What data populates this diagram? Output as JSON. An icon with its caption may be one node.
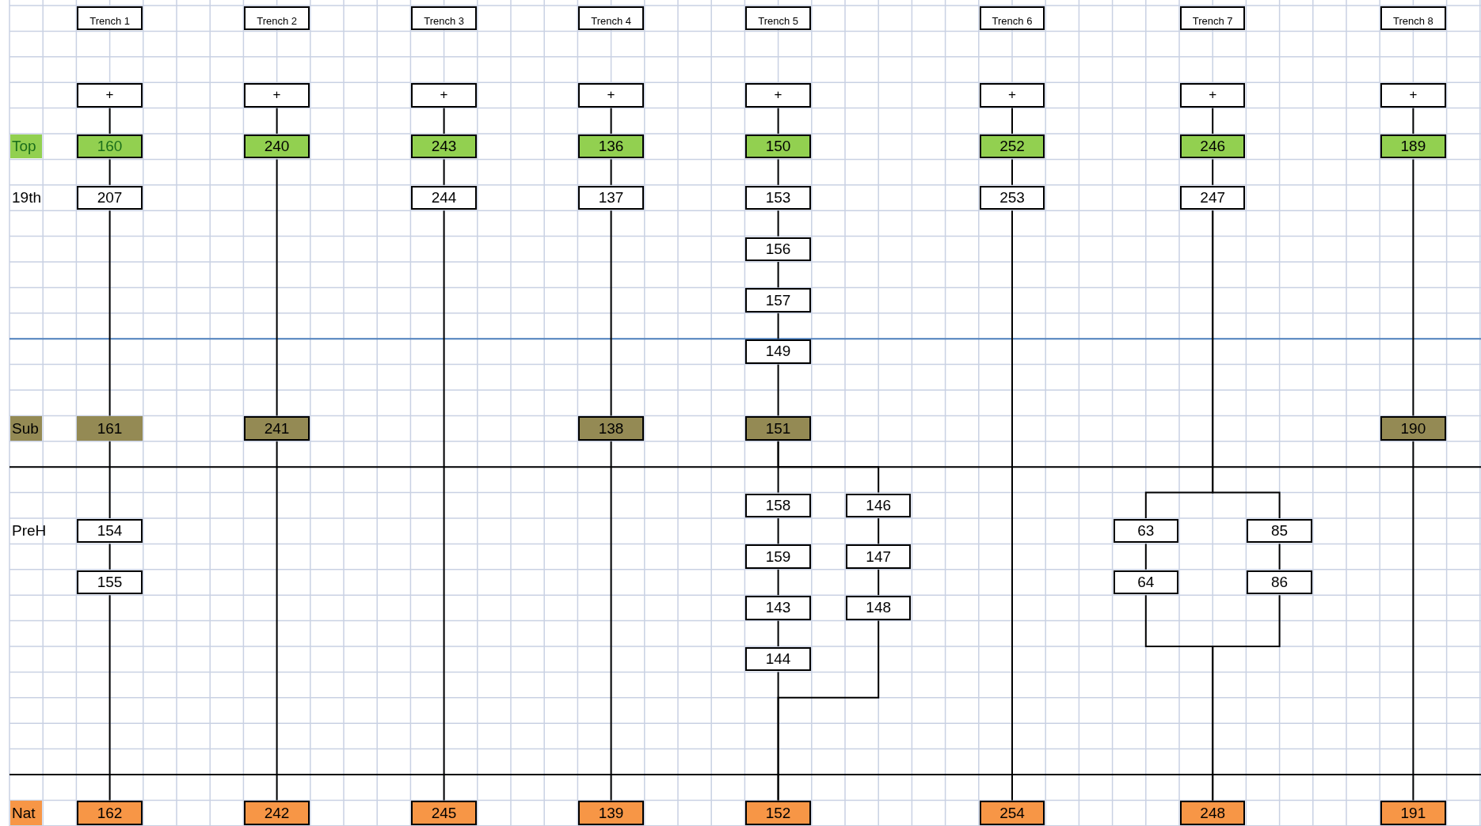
{
  "diagram": {
    "nodes": [
      {
        "text": [
          "Trench 1"
        ]
      },
      {
        "text": [
          "+"
        ]
      },
      {
        "text": [
          "160"
        ]
      },
      {
        "text": [
          "207"
        ]
      },
      {
        "text": [
          "161"
        ]
      },
      {
        "text": [
          "154"
        ]
      },
      {
        "text": [
          "155"
        ]
      },
      {
        "text": [
          "162"
        ]
      },
      {
        "text": [
          "Trench 2"
        ]
      },
      {
        "text": [
          "+"
        ]
      },
      {
        "text": [
          "240"
        ]
      },
      {
        "text": [
          "241"
        ]
      },
      {
        "text": [
          "242"
        ]
      },
      {
        "text": [
          "Trench 3"
        ]
      },
      {
        "text": [
          "+"
        ]
      },
      {
        "text": [
          "243"
        ]
      },
      {
        "text": [
          "244"
        ]
      },
      {
        "text": [
          "245"
        ]
      },
      {
        "text": [
          "Trench 4"
        ]
      },
      {
        "text": [
          "+"
        ]
      },
      {
        "text": [
          "136"
        ]
      },
      {
        "text": [
          "137"
        ]
      },
      {
        "text": [
          "138"
        ]
      },
      {
        "text": [
          "139"
        ]
      },
      {
        "text": [
          "Trench 5"
        ]
      },
      {
        "text": [
          "+"
        ]
      },
      {
        "text": [
          "150"
        ]
      },
      {
        "text": [
          "153"
        ]
      },
      {
        "text": [
          "156"
        ]
      },
      {
        "text": [
          "157"
        ]
      },
      {
        "text": [
          "149"
        ]
      },
      {
        "text": [
          "151"
        ]
      },
      {
        "text": [
          "158"
        ]
      },
      {
        "text": [
          "159"
        ]
      },
      {
        "text": [
          "143"
        ]
      },
      {
        "text": [
          "144"
        ]
      },
      {
        "text": [
          "146"
        ]
      },
      {
        "text": [
          "147"
        ]
      },
      {
        "text": [
          "148"
        ]
      },
      {
        "text": [
          "152"
        ]
      },
      {
        "text": [
          "Trench 6"
        ]
      },
      {
        "text": [
          "+"
        ]
      },
      {
        "text": [
          "252"
        ]
      },
      {
        "text": [
          "253"
        ]
      },
      {
        "text": [
          "254"
        ]
      },
      {
        "text": [
          "Trench 7"
        ]
      },
      {
        "text": [
          "+"
        ]
      },
      {
        "text": [
          "246"
        ]
      },
      {
        "text": [
          "247"
        ]
      },
      {
        "text": [
          "63"
        ]
      },
      {
        "text": [
          "64"
        ]
      },
      {
        "text": [
          "85"
        ]
      },
      {
        "text": [
          "86"
        ]
      },
      {
        "text": [
          "248"
        ]
      },
      {
        "text": [
          "Trench 8"
        ]
      },
      {
        "text": [
          "+"
        ]
      },
      {
        "text": [
          "189"
        ]
      },
      {
        "text": [
          "190"
        ]
      },
      {
        "text": [
          "191"
        ]
      },
      {
        "text": [
          "Top"
        ]
      },
      {
        "text": [
          "Sub"
        ]
      },
      {
        "text": [
          "Nat"
        ]
      }
    ],
    "edges": [
      {
        "from": 1,
        "to": 2,
        "arrow": "none"
      },
      {
        "from": 2,
        "to": 3,
        "arrow": "none"
      },
      {
        "from": 3,
        "to": 4,
        "arrow": "none"
      },
      {
        "from": 4,
        "to": 5,
        "arrow": "none"
      },
      {
        "from": 5,
        "to": 6,
        "arrow": "none"
      },
      {
        "from": 6,
        "to": 7,
        "arrow": "none"
      },
      {
        "from": 9,
        "to": 10,
        "arrow": "none"
      },
      {
        "from": 10,
        "to": 11,
        "arrow": "none"
      },
      {
        "from": 11,
        "to": 12,
        "arrow": "none"
      },
      {
        "from": 14,
        "to": 15,
        "arrow": "none"
      },
      {
        "from": 15,
        "to": 16,
        "arrow": "none"
      },
      {
        "from": 16,
        "to": 17,
        "arrow": "none"
      },
      {
        "from": 19,
        "to": 20,
        "arrow": "none"
      },
      {
        "from": 20,
        "to": 21,
        "arrow": "none"
      },
      {
        "from": 21,
        "to": 22,
        "arrow": "none"
      },
      {
        "from": 22,
        "to": 23,
        "arrow": "none"
      },
      {
        "from": 25,
        "to": 26,
        "arrow": "none"
      },
      {
        "from": 26,
        "to": 27,
        "arrow": "none"
      },
      {
        "from": 27,
        "to": 28,
        "arrow": "none"
      },
      {
        "from": 28,
        "to": 29,
        "arrow": "none"
      },
      {
        "from": 29,
        "to": 30,
        "arrow": "none"
      },
      {
        "from": 30,
        "to": 31,
        "arrow": "none"
      },
      {
        "from": 31,
        "to": 32,
        "arrow": "none"
      },
      {
        "from": 31,
        "to": 36,
        "arrow": "none"
      },
      {
        "from": 32,
        "to": 33,
        "arrow": "none"
      },
      {
        "from": 33,
        "to": 34,
        "arrow": "none"
      },
      {
        "from": 34,
        "to": 35,
        "arrow": "none"
      },
      {
        "from": 35,
        "to": 39,
        "arrow": "none"
      },
      {
        "from": 36,
        "to": 37,
        "arrow": "none"
      },
      {
        "from": 37,
        "to": 38,
        "arrow": "none"
      },
      {
        "from": 38,
        "to": 39,
        "arrow": "none"
      },
      {
        "from": 41,
        "to": 42,
        "arrow": "none"
      },
      {
        "from": 42,
        "to": 43,
        "arrow": "none"
      },
      {
        "from": 43,
        "to": 44,
        "arrow": "none"
      },
      {
        "from": 46,
        "to": 47,
        "arrow": "none"
      },
      {
        "from": 47,
        "to": 48,
        "arrow": "none"
      },
      {
        "from": 48,
        "to": 49,
        "arrow": "none"
      },
      {
        "from": 48,
        "to": 51,
        "arrow": "none"
      },
      {
        "from": 49,
        "to": 50,
        "arrow": "none"
      },
      {
        "from": 51,
        "to": 52,
        "arrow": "none"
      },
      {
        "from": 50,
        "to": 53,
        "arrow": "none"
      },
      {
        "from": 52,
        "to": 53,
        "arrow": "none"
      },
      {
        "from": 55,
        "to": 56,
        "arrow": "none"
      },
      {
        "from": 56,
        "to": 57,
        "arrow": "none"
      },
      {
        "from": 57,
        "to": 58,
        "arrow": "none"
      }
    ],
    "labels": [
      "19th",
      "PreH"
    ]
  }
}
